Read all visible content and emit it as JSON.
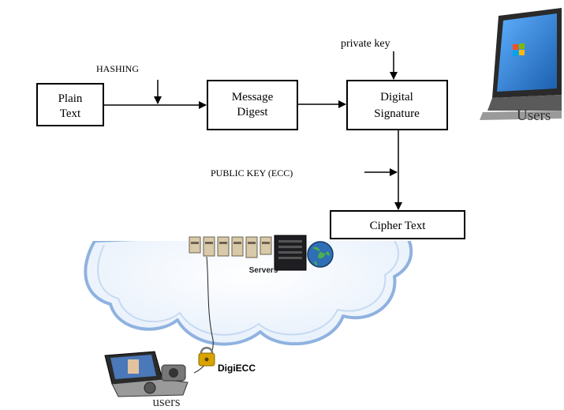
{
  "flow": {
    "plain_text": [
      "Plain",
      "Text"
    ],
    "message_digest": [
      "Message",
      "Digest"
    ],
    "digital_signature": [
      "Digital",
      "Signature"
    ],
    "cipher_text": "Cipher Text"
  },
  "labels": {
    "hashing": "HASHING",
    "private_key": "private key",
    "public_key": "PUBLIC KEY (ECC)"
  },
  "network": {
    "servers": "Servers",
    "users_top": "Users",
    "users_bottom": "users",
    "security_label": "DigiECC"
  },
  "colors": {
    "cloud_fill": "#eef4fc",
    "cloud_edge": "#8fb2e0",
    "laptop_screen": "#2a7fd4",
    "lock": "#d9a400",
    "globe": "#2f6fb5"
  }
}
